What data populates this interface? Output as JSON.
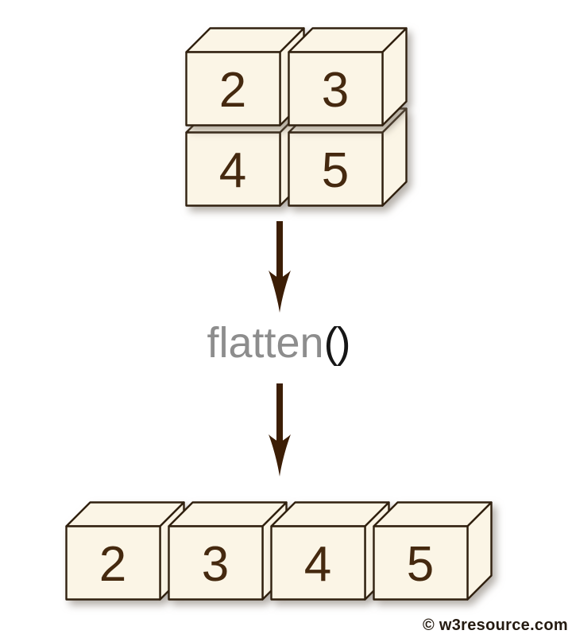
{
  "diagram": {
    "matrix": {
      "rows": [
        [
          "2",
          "3"
        ],
        [
          "4",
          "5"
        ]
      ]
    },
    "operation": {
      "name": "flatten",
      "parens": "()"
    },
    "flattened": [
      "2",
      "3",
      "4",
      "5"
    ],
    "watermark": "© w3resource.com",
    "icons": [
      "down-arrow-icon",
      "down-arrow-icon"
    ],
    "colors": {
      "box_fill": "#fbf5e6",
      "box_border": "#30200f",
      "number": "#45290f",
      "arrow": "#3c1e06",
      "operation_name": "#8d8d8d",
      "operation_parens": "#161616",
      "watermark": "#241a10",
      "background": "#ffffff"
    }
  }
}
